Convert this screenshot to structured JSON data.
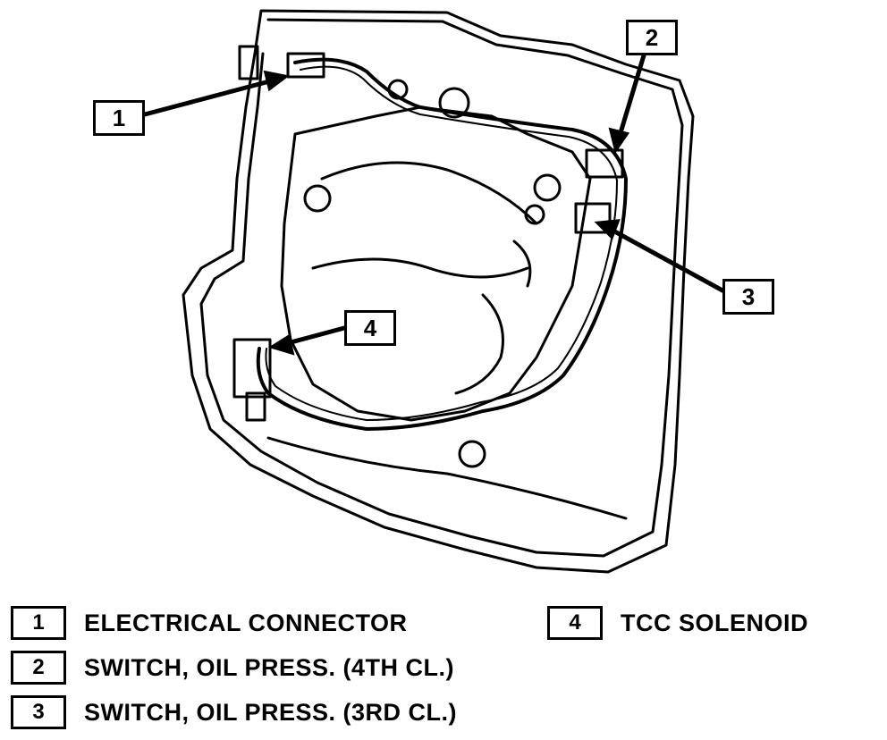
{
  "callouts": [
    {
      "number": "1"
    },
    {
      "number": "2"
    },
    {
      "number": "3"
    },
    {
      "number": "4"
    }
  ],
  "legend": [
    {
      "number": "1",
      "label": "ELECTRICAL CONNECTOR"
    },
    {
      "number": "2",
      "label": "SWITCH, OIL PRESS. (4TH CL.)"
    },
    {
      "number": "3",
      "label": "SWITCH, OIL PRESS. (3RD CL.)"
    },
    {
      "number": "4",
      "label": "TCC SOLENOID"
    }
  ],
  "colors": {
    "ink": "#000000",
    "paper": "#ffffff"
  }
}
